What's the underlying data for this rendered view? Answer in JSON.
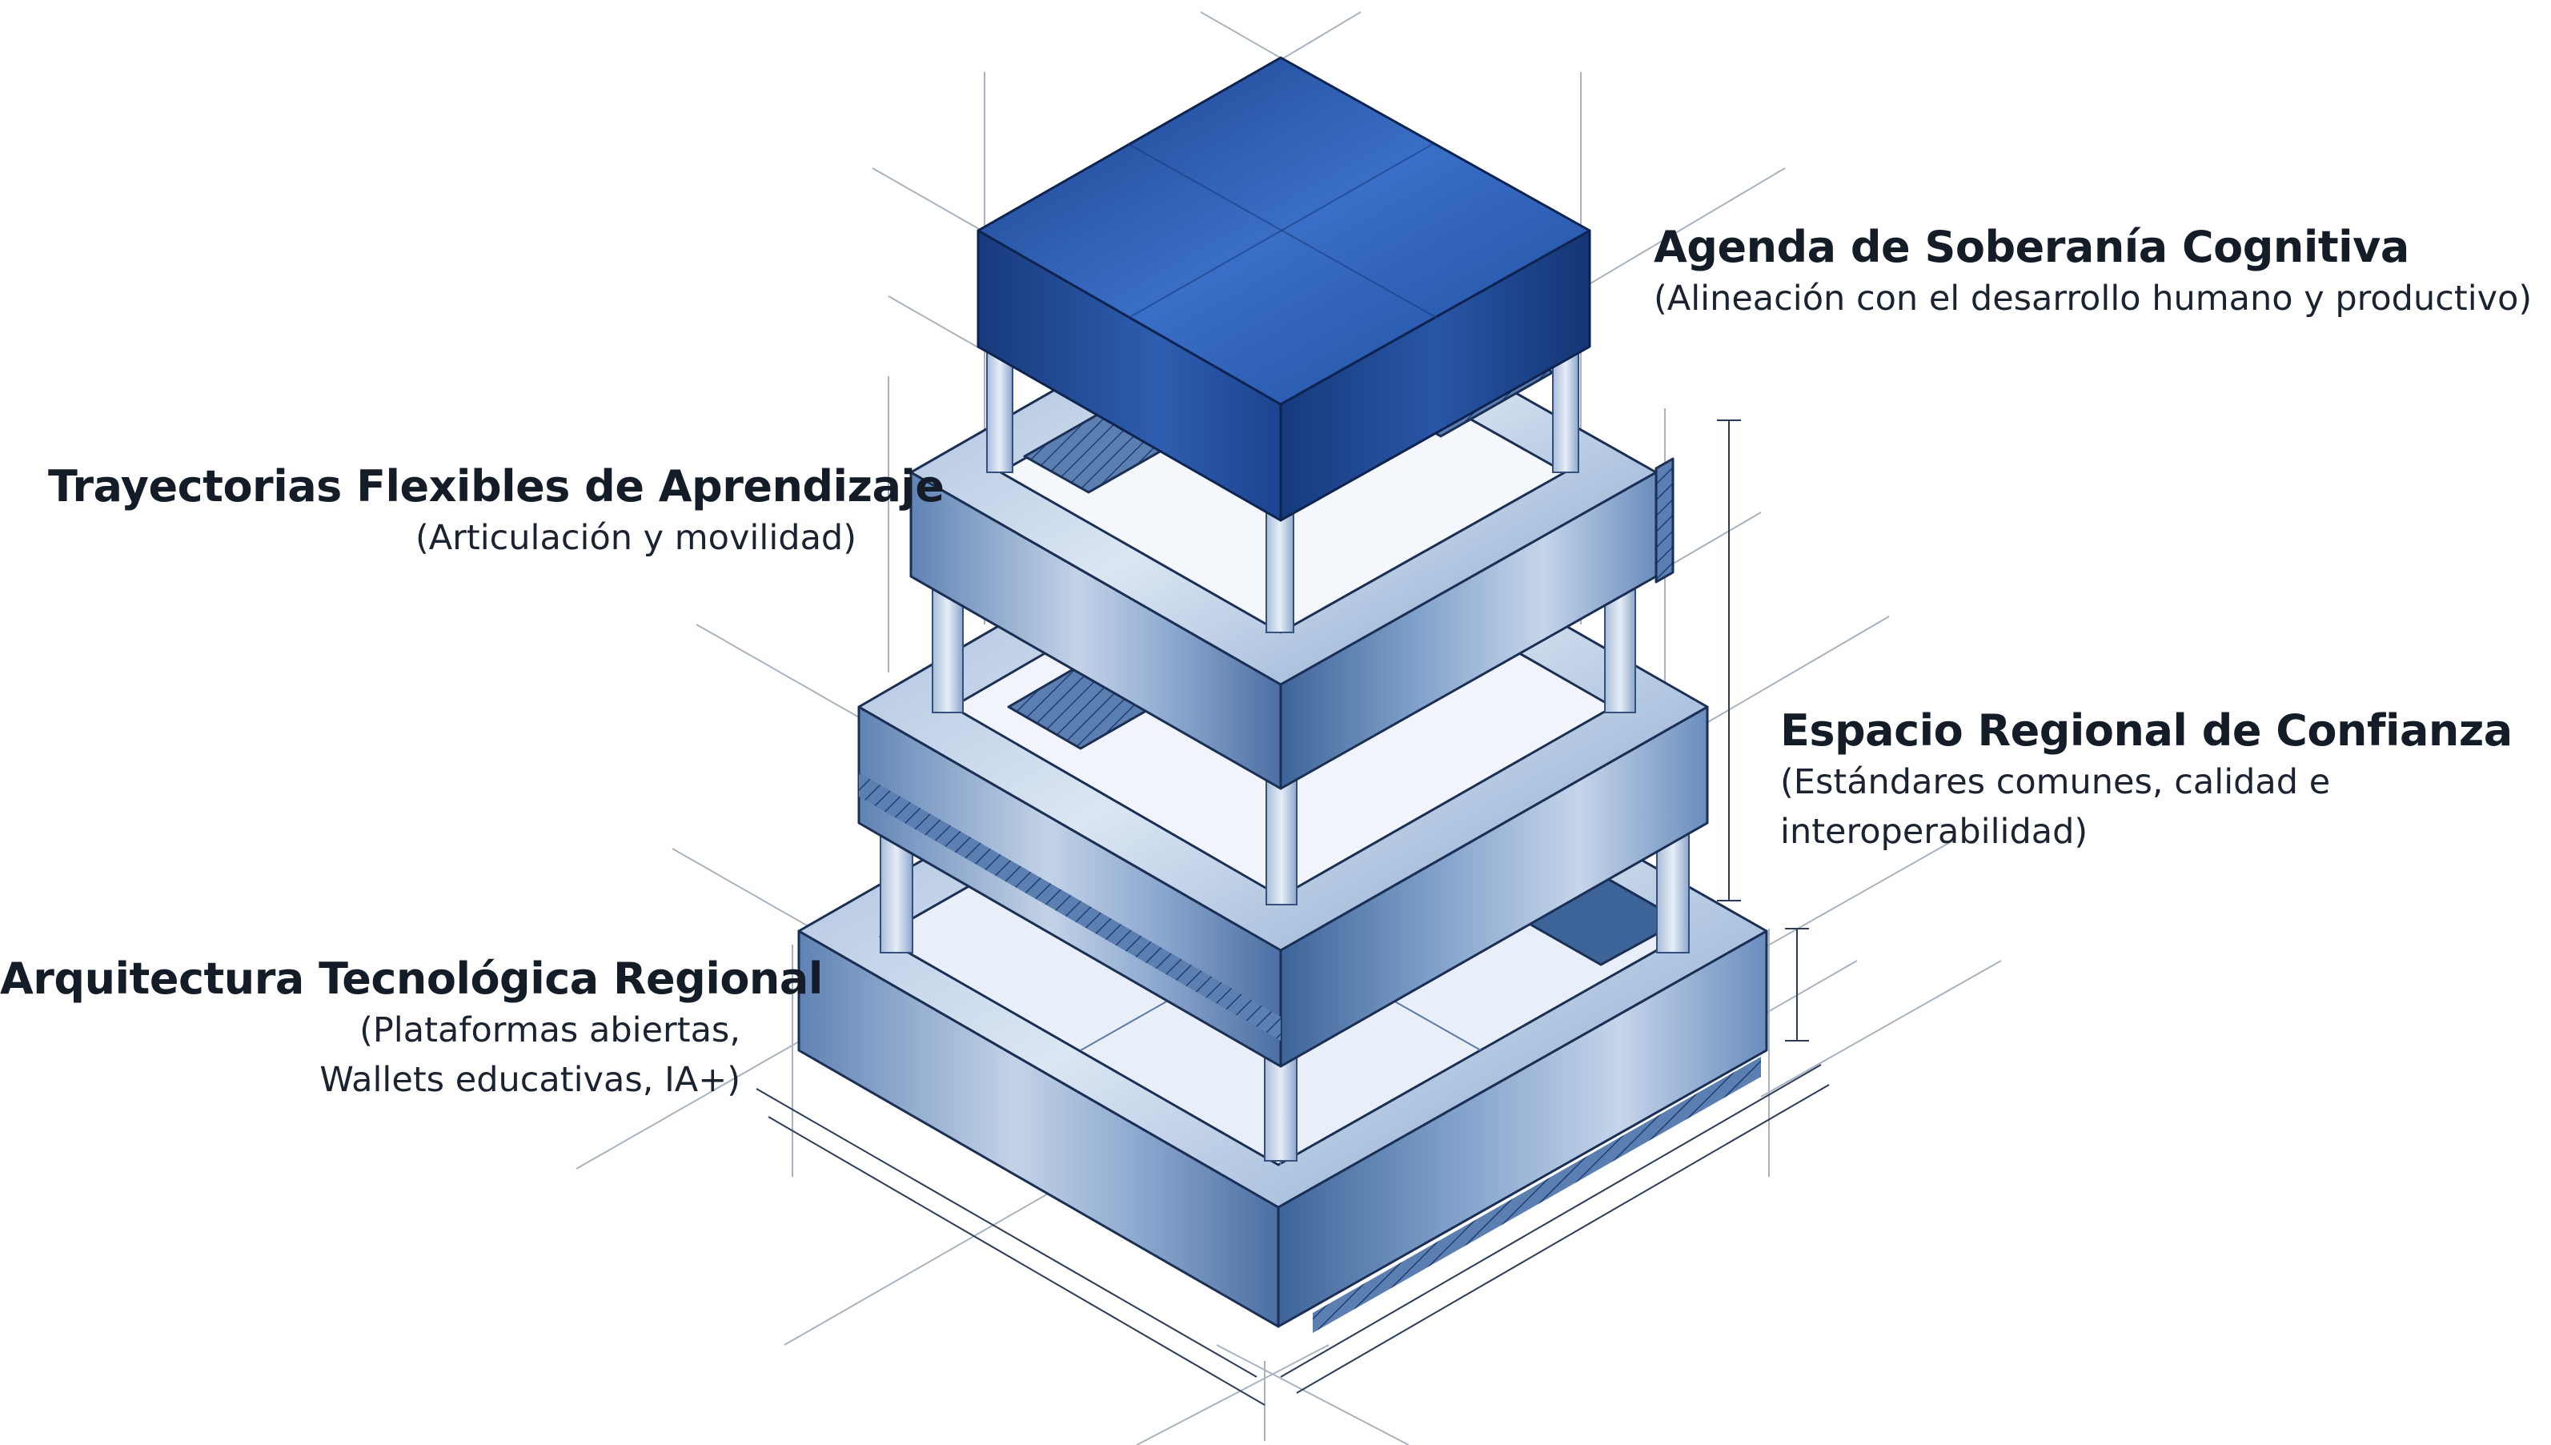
{
  "layers": [
    {
      "id": "agenda",
      "title": "Agenda de Soberanía Cognitiva",
      "subtitle": "(Alineación con el desarrollo humano y productivo)"
    },
    {
      "id": "trayectorias",
      "title": "Trayectorias Flexibles de Aprendizaje",
      "subtitle": "(Articulación y movilidad)"
    },
    {
      "id": "espacio",
      "title": "Espacio Regional de Confianza",
      "subtitle": "(Estándares comunes, calidad e interoperabilidad)"
    },
    {
      "id": "arquitectura",
      "title": "Arquitectura Tecnológica Regional",
      "subtitle_lines": [
        "(Plataformas abiertas,",
        "Wallets educativas, IA+)"
      ]
    }
  ],
  "colors": {
    "top_block": "#1f4e9e",
    "top_block_dark": "#163c80",
    "tier_light": "#c9d8ea",
    "tier_mid": "#7b9cc4",
    "tier_dark": "#3f679d",
    "edge": "#1b2f55",
    "guide": "#9aa6b5"
  }
}
